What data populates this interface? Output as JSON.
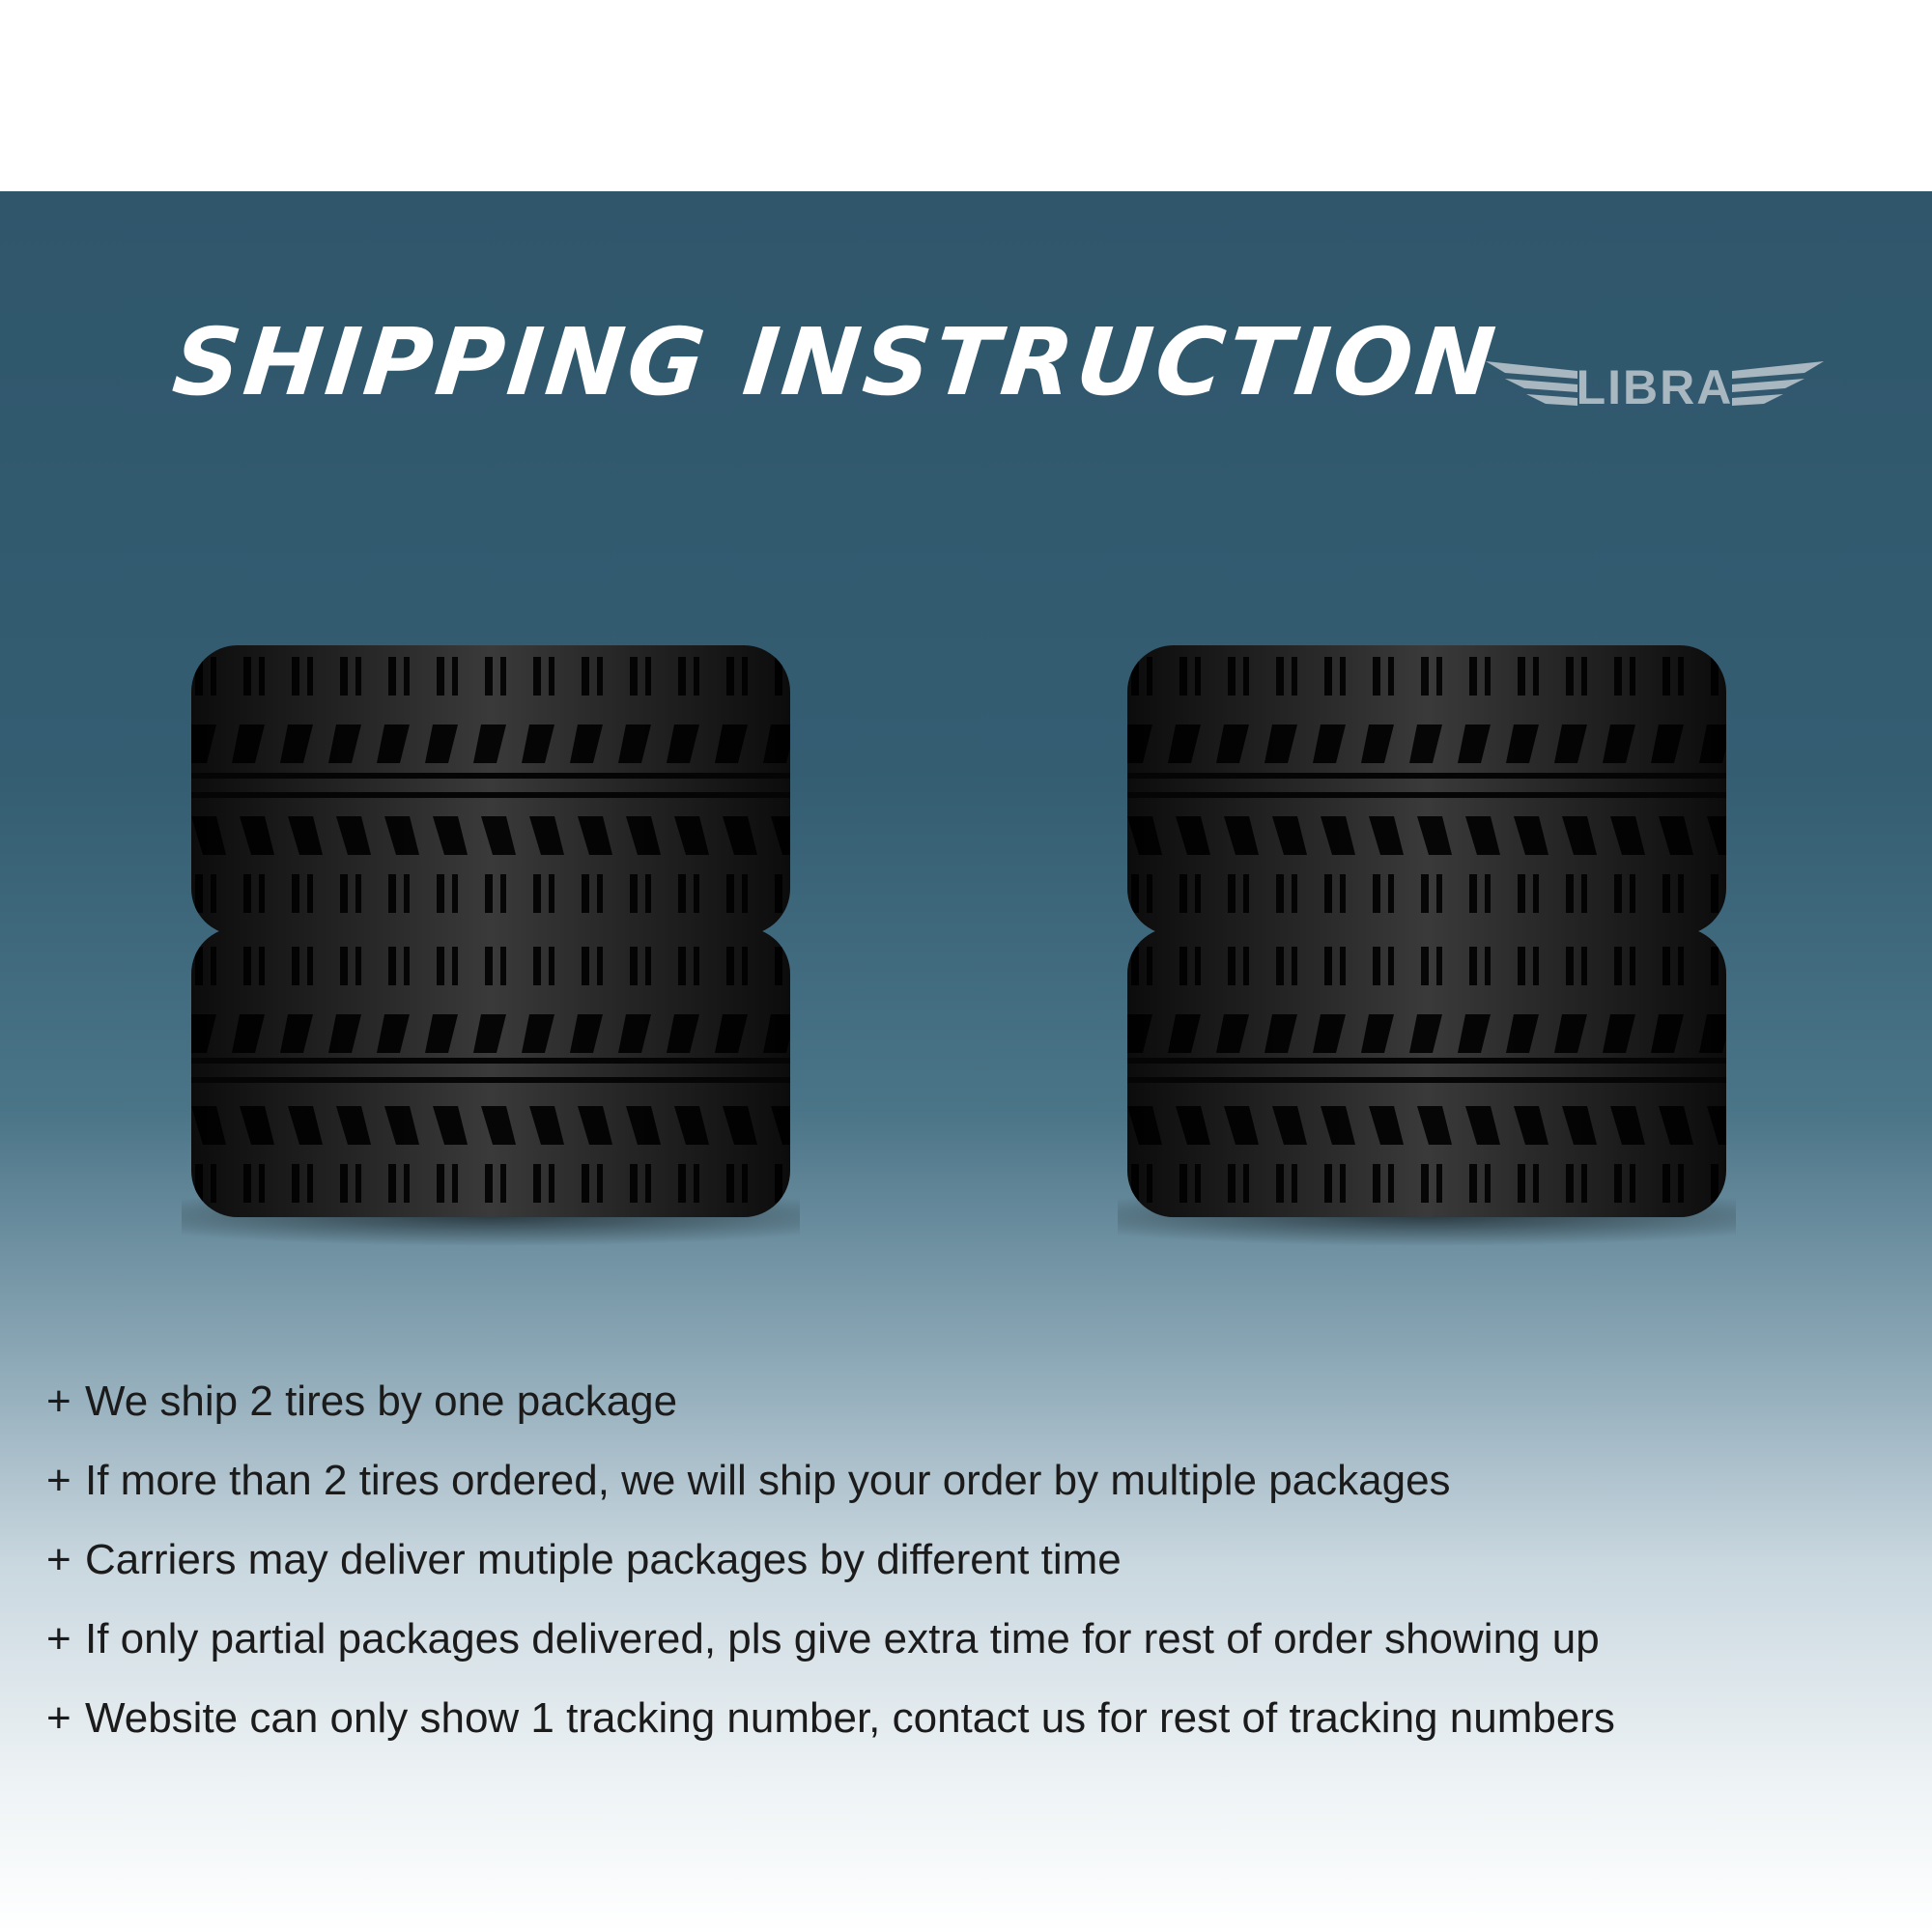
{
  "header": {
    "title": "SHIPPING INSTRUCTION",
    "logo_text": "LIBRA"
  },
  "colors": {
    "banner_top": "#2f566b",
    "banner_bottom": "#ffffff",
    "title_text": "#ffffff",
    "logo": "#a9b7c0",
    "tire": "#141414",
    "body_text": "#1b1b1b"
  },
  "illustration": {
    "stacks": 2,
    "tires_per_stack": 2,
    "icon": "tire-stack-icon"
  },
  "bullets": [
    {
      "marker": "+",
      "text": "We ship 2 tires by one package"
    },
    {
      "marker": "+",
      "text": "If more than 2 tires ordered, we will ship your order by multiple packages"
    },
    {
      "marker": "+",
      "text": "Carriers may deliver mutiple packages by different time"
    },
    {
      "marker": "+",
      "text": "If only partial packages delivered, pls give extra time for rest of order showing up"
    },
    {
      "marker": "+",
      "text": "Website can only show 1 tracking number, contact us for rest of tracking numbers"
    }
  ]
}
